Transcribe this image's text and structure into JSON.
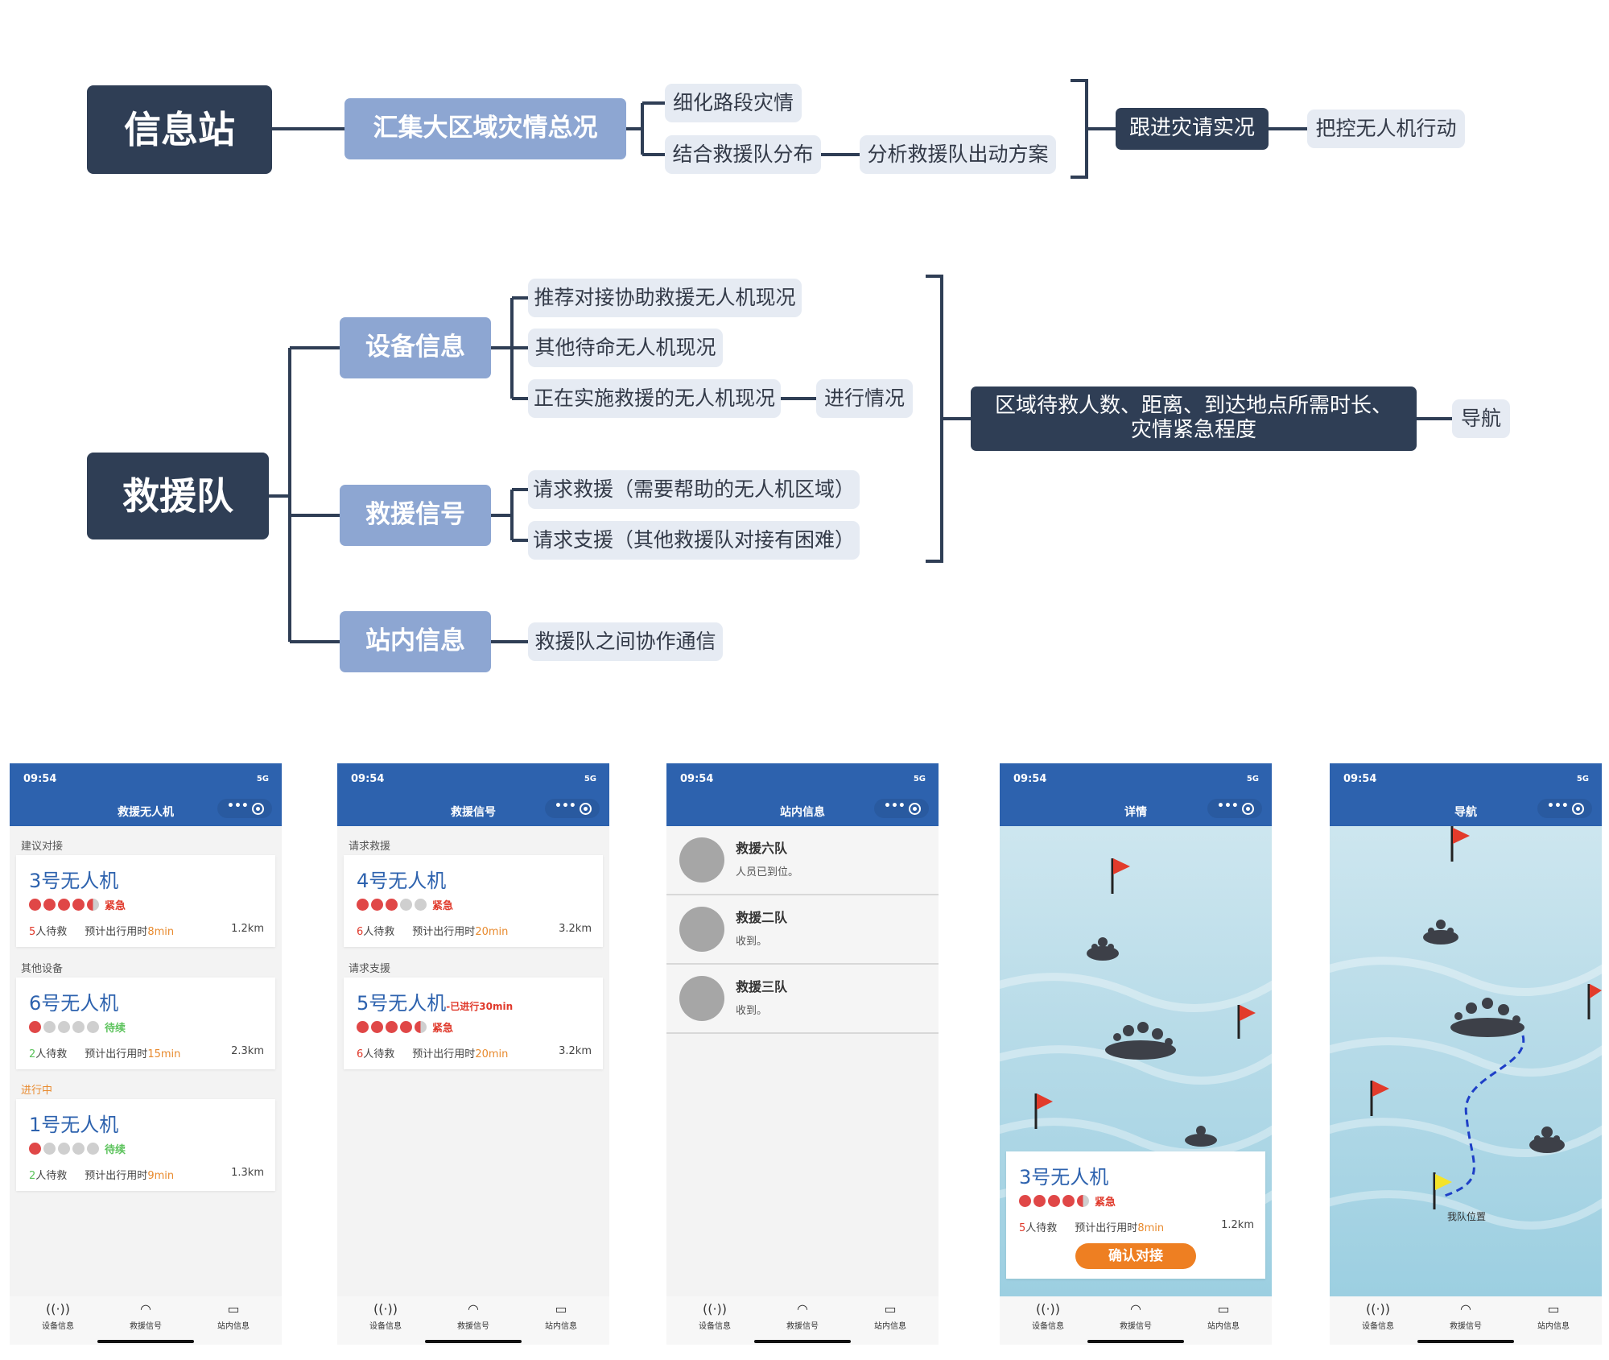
{
  "diagram": {
    "top": {
      "root": "信息站",
      "main": "汇集大区域灾情总况",
      "detail": "细化路段灾情",
      "combine": "结合救援队分布",
      "analyze": "分析救援队出动方案",
      "follow": "跟进灾请实况",
      "control": "把控无人机行动"
    },
    "bottom": {
      "root": "救援队",
      "device": "设备信息",
      "signal": "救援信号",
      "station": "站内信息",
      "recommend": "推荐对接协助救援无人机现况",
      "standby": "其他待命无人机现况",
      "active": "正在实施救援的无人机现况",
      "progress": "进行情况",
      "request_help": "请求救援（需要帮助的无人机区域）",
      "request_support": "请求支援（其他救援队对接有困难）",
      "comm": "救援队之间协作通信",
      "summary": "区域待救人数、距离、到达地点所需时长、灾情紧急程度",
      "nav": "导航"
    }
  },
  "status_bar": {
    "time": "09:54",
    "signal": "5G"
  },
  "colors": {
    "header": "#2d62ae",
    "urgent": "#e0392b",
    "pending": "#5cc35c",
    "eta": "#e88a2e",
    "confirm": "#ee7f22"
  },
  "tabbar": {
    "device": "设备信息",
    "signal": "救援信号",
    "station": "站内信息"
  },
  "screen1": {
    "title": "救援无人机",
    "sec_suggest": "建议对接",
    "sec_other": "其他设备",
    "sec_progress": "进行中",
    "cards": [
      {
        "name": "3号无人机",
        "level": 4.5,
        "level_text": "紧急",
        "people": "5",
        "people_unit": "人待救",
        "eta_label": "预计出行用时",
        "eta": "8min",
        "dist": "1.2km"
      },
      {
        "name": "6号无人机",
        "level": 1,
        "level_text": "待续",
        "people": "2",
        "people_unit": "人待救",
        "eta_label": "预计出行用时",
        "eta": "15min",
        "dist": "2.3km"
      },
      {
        "name": "1号无人机",
        "level": 1,
        "level_text": "待续",
        "people": "2",
        "people_unit": "人待救",
        "eta_label": "预计出行用时",
        "eta": "9min",
        "dist": "1.3km"
      }
    ]
  },
  "screen2": {
    "title": "救援信号",
    "sec_help": "请求救援",
    "sec_support": "请求支援",
    "cards": [
      {
        "name": "4号无人机",
        "note": "",
        "level": 3,
        "level_text": "紧急",
        "people": "6",
        "people_unit": "人待救",
        "eta_label": "预计出行用时",
        "eta": "20min",
        "dist": "3.2km"
      },
      {
        "name": "5号无人机",
        "note": "-已进行30min",
        "level": 4.5,
        "level_text": "紧急",
        "people": "6",
        "people_unit": "人待救",
        "eta_label": "预计出行用时",
        "eta": "20min",
        "dist": "3.2km"
      }
    ]
  },
  "screen3": {
    "title": "站内信息",
    "messages": [
      {
        "name": "救援六队",
        "text": "人员已到位。"
      },
      {
        "name": "救援二队",
        "text": "收到。"
      },
      {
        "name": "救援三队",
        "text": "收到。"
      }
    ]
  },
  "screen4": {
    "title": "详情",
    "card": {
      "name": "3号无人机",
      "level": 4.5,
      "level_text": "紧急",
      "people": "5",
      "people_unit": "人待救",
      "eta_label": "预计出行用时",
      "eta": "8min",
      "dist": "1.2km"
    },
    "confirm": "确认对接"
  },
  "screen5": {
    "title": "导航",
    "my_position": "我队位置"
  }
}
